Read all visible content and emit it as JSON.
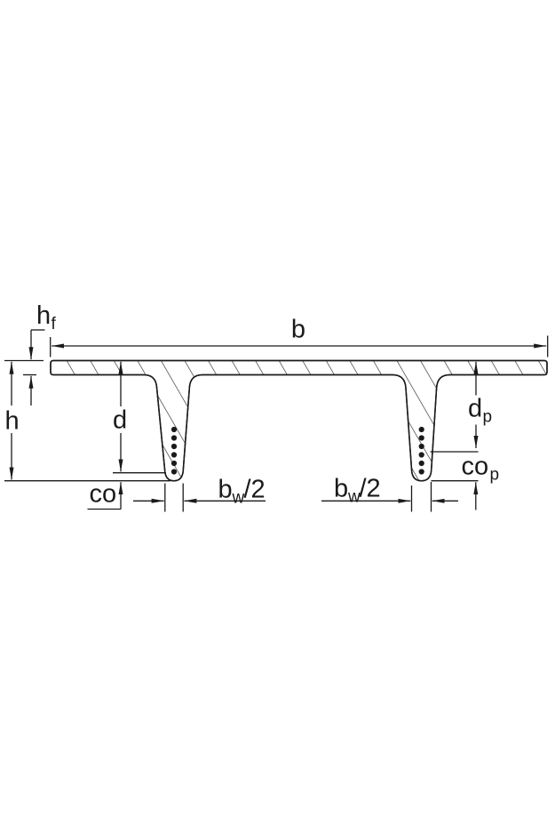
{
  "figure": {
    "type": "engineering cross-section diagram",
    "subject": "double-tee prestressed concrete beam cross-section with dimension annotations",
    "colors": {
      "line": "#1a1a1a",
      "background": "#ffffff"
    },
    "section": {
      "web_count": 2,
      "strands_per_web": 6
    },
    "dimensions": {
      "b": {
        "main": "b",
        "sub": "",
        "suffix": ""
      },
      "hf": {
        "main": "h",
        "sub": "f",
        "suffix": ""
      },
      "h": {
        "main": "h",
        "sub": "",
        "suffix": ""
      },
      "d": {
        "main": "d",
        "sub": "",
        "suffix": ""
      },
      "dp": {
        "main": "d",
        "sub": "p",
        "suffix": ""
      },
      "co": {
        "main": "co",
        "sub": "",
        "suffix": ""
      },
      "cop": {
        "main": "co",
        "sub": "p",
        "suffix": ""
      },
      "bw2_left": {
        "main": "b",
        "sub": "w",
        "suffix": "/2"
      },
      "bw2_right": {
        "main": "b",
        "sub": "w",
        "suffix": "/2"
      }
    }
  }
}
